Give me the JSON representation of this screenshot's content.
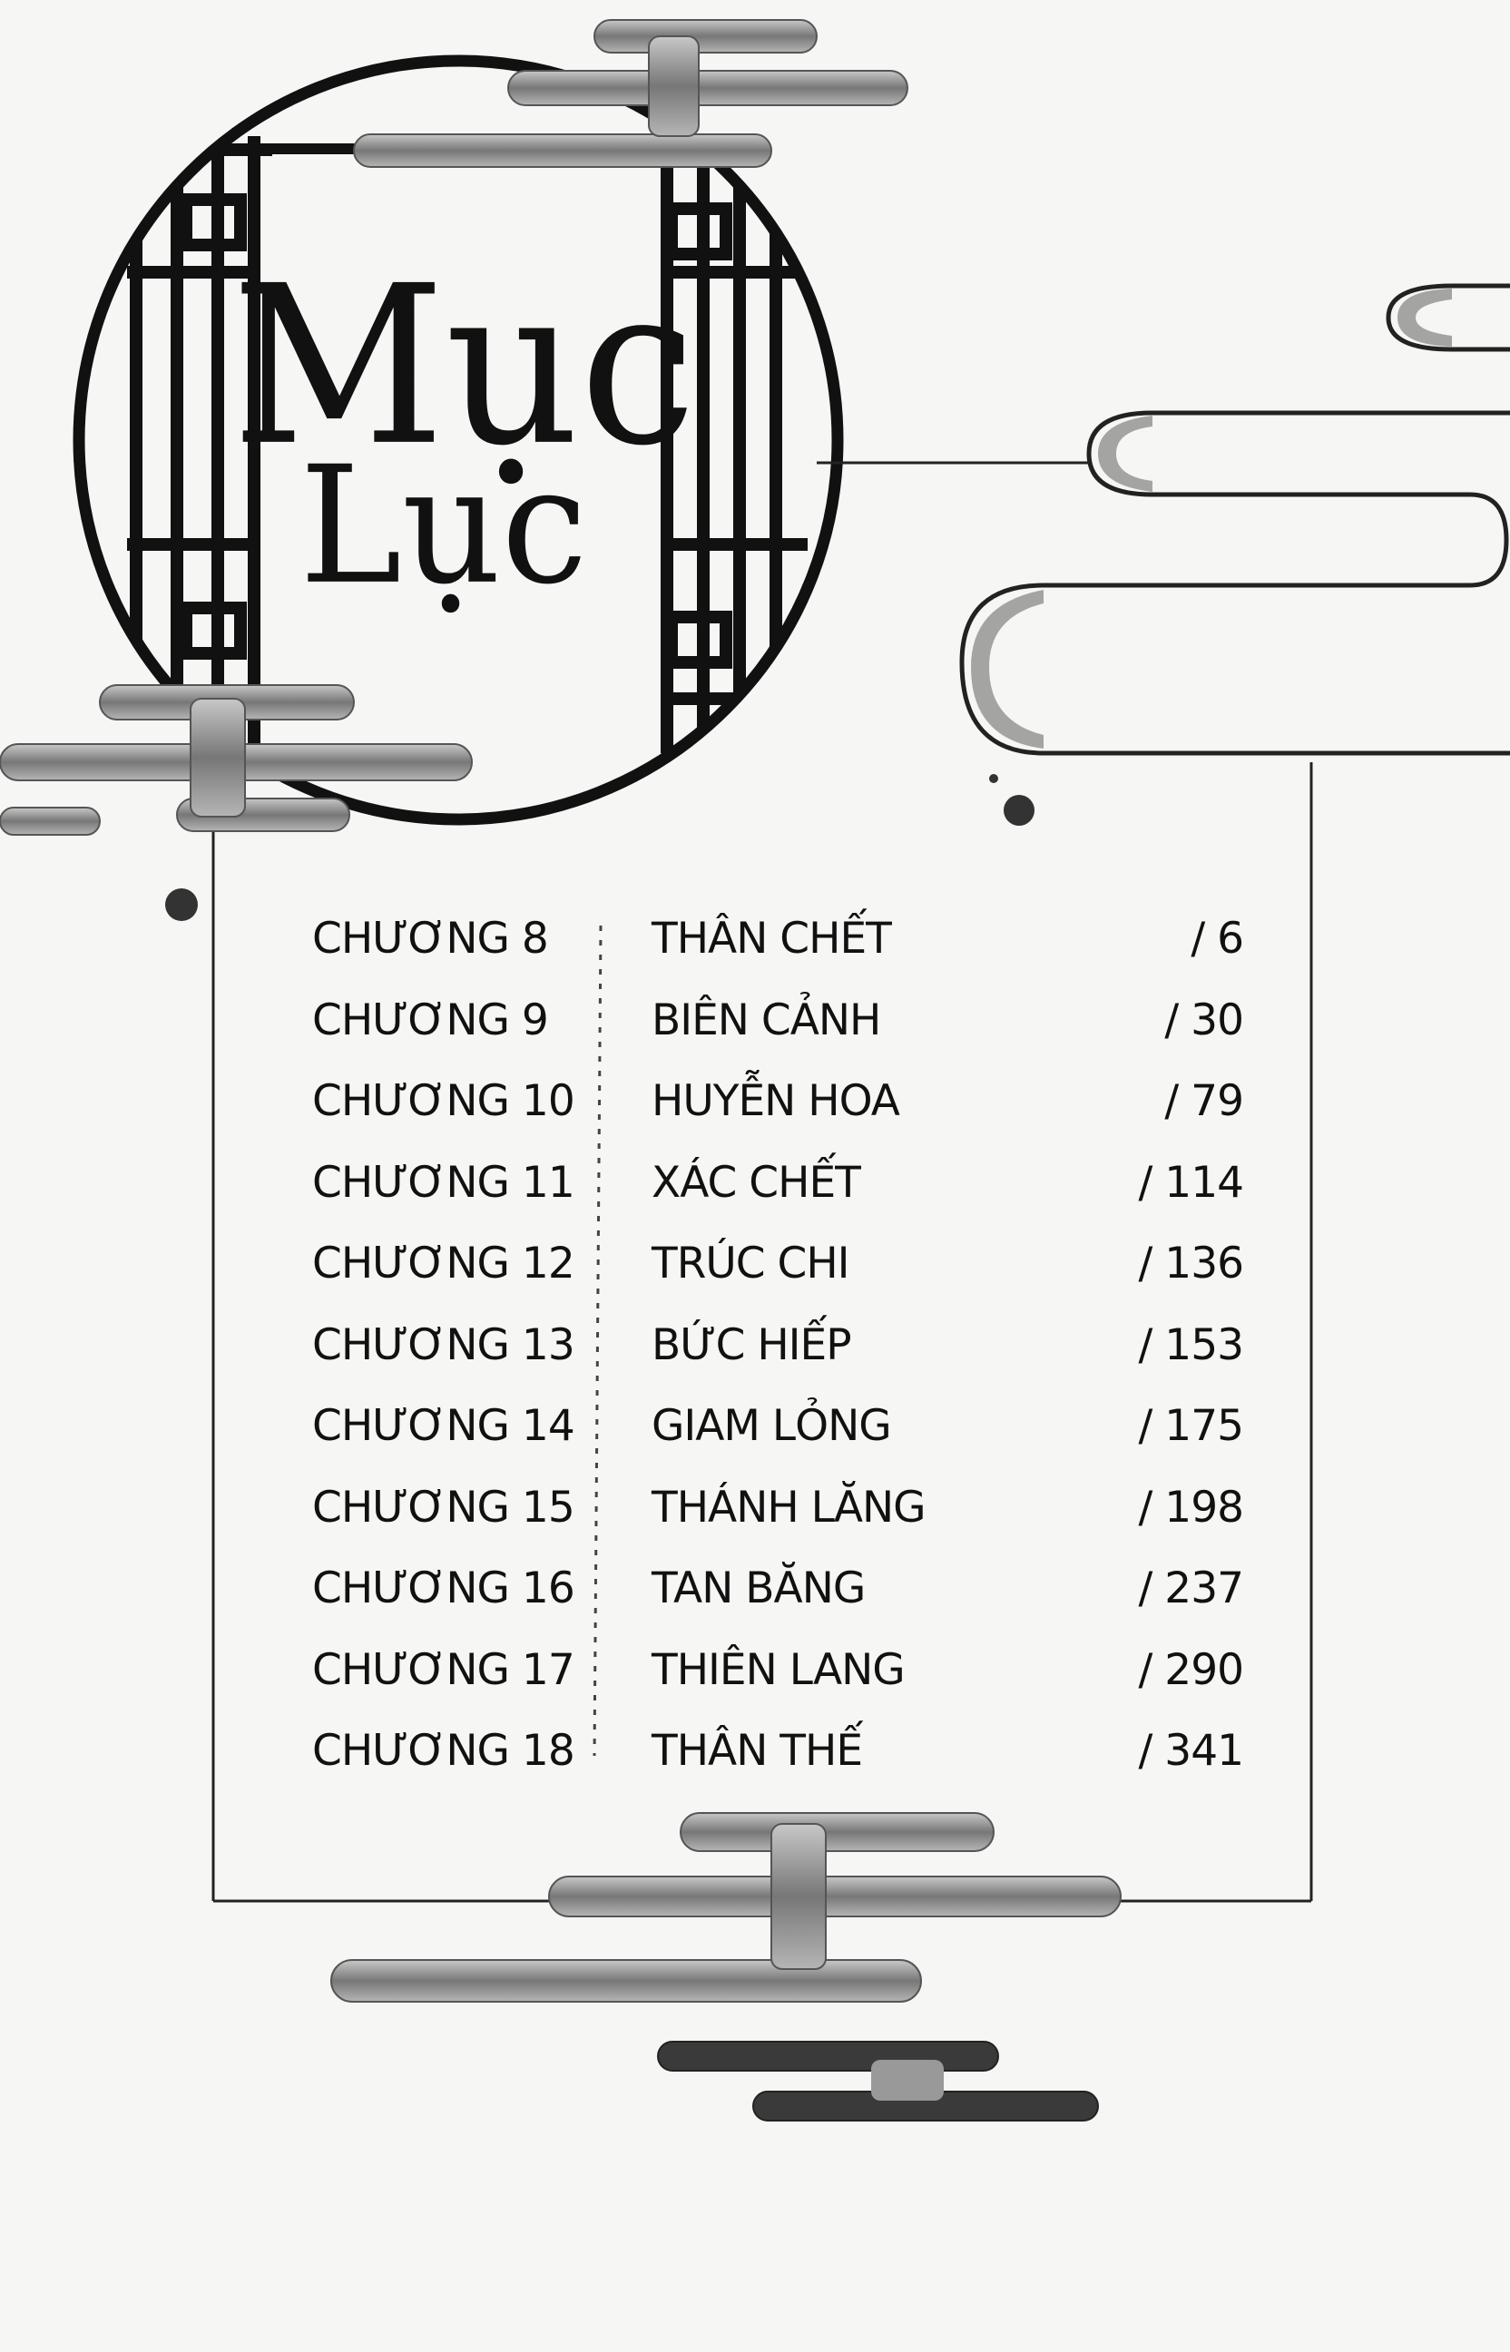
{
  "header": {
    "title_line1": "Mục",
    "title_line2": "Lục"
  },
  "toc": {
    "entries": [
      {
        "chapter": "CHƯƠNG 8",
        "title": "THÂN CHẾT",
        "page": "/ 6"
      },
      {
        "chapter": "CHƯƠNG 9",
        "title": "BIÊN CẢNH",
        "page": "/ 30"
      },
      {
        "chapter": "CHƯƠNG 10",
        "title": "HUYỄN HOA",
        "page": "/ 79"
      },
      {
        "chapter": "CHƯƠNG 11",
        "title": "XÁC CHẾT",
        "page": "/ 114"
      },
      {
        "chapter": "CHƯƠNG 12",
        "title": "TRÚC CHI",
        "page": "/ 136"
      },
      {
        "chapter": "CHƯƠNG 13",
        "title": "BỨC HIẾP",
        "page": "/ 153"
      },
      {
        "chapter": "CHƯƠNG 14",
        "title": "GIAM LỎNG",
        "page": "/ 175"
      },
      {
        "chapter": "CHƯƠNG 15",
        "title": "THÁNH LĂNG",
        "page": "/ 198"
      },
      {
        "chapter": "CHƯƠNG 16",
        "title": "TAN BĂNG",
        "page": "/ 237"
      },
      {
        "chapter": "CHƯƠNG 17",
        "title": "THIÊN LANG",
        "page": "/ 290"
      },
      {
        "chapter": "CHƯƠNG 18",
        "title": "THÂN THẾ",
        "page": "/ 341"
      }
    ]
  },
  "colors": {
    "ink": "#111111",
    "paper": "#f6f6f4",
    "cloud": "#8a8a8a"
  },
  "icons": [
    "lattice-circle-icon",
    "cloud-swirl-icon"
  ]
}
